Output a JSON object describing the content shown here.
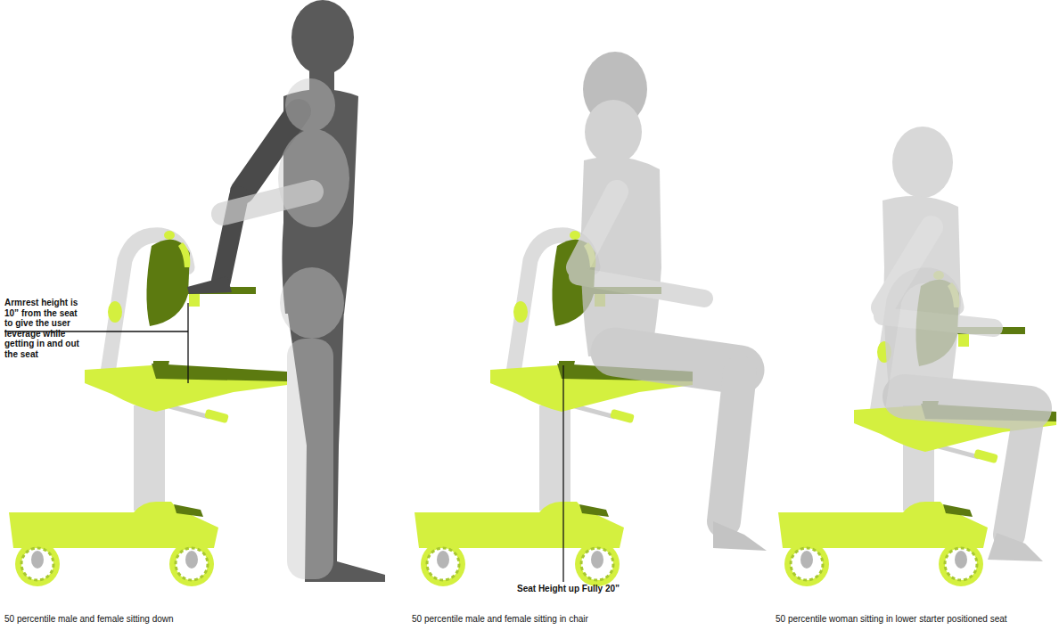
{
  "diagram": {
    "labels": [
      "Armrest height is 10” from the seat to give the user leverage while getting in and out the seat",
      "Seat Height up Fully 20”",
      "50 percentile male and female sitting down",
      "50 percentile male and female sitting in chair",
      "50 percentile woman sitting in lower starter positioned seat"
    ]
  }
}
